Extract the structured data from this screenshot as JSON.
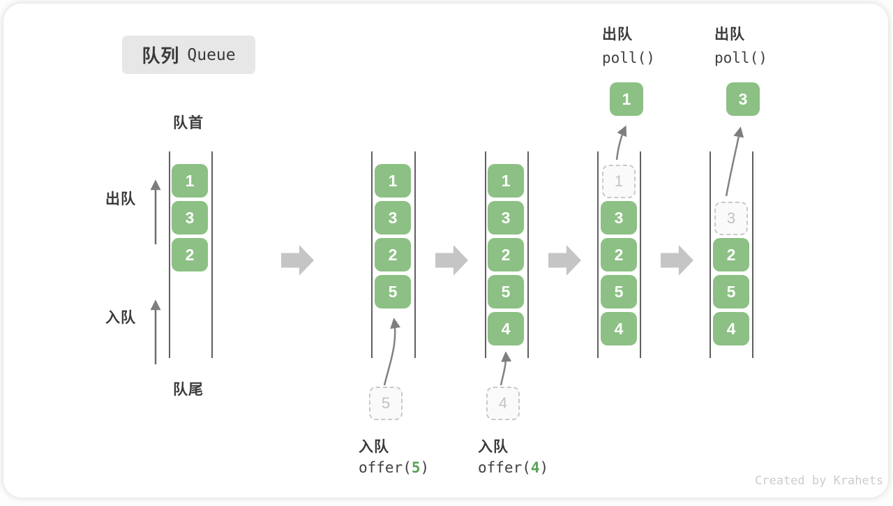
{
  "title": {
    "zh": "队列",
    "en": "Queue"
  },
  "side_labels": {
    "front": "队首",
    "rear": "队尾",
    "dequeue": "出队",
    "enqueue": "入队"
  },
  "columns": [
    {
      "boxes": [
        {
          "value": "1"
        },
        {
          "value": "3"
        },
        {
          "value": "2"
        }
      ]
    },
    {
      "boxes": [
        {
          "value": "1"
        },
        {
          "value": "3"
        },
        {
          "value": "2"
        },
        {
          "value": "5"
        }
      ],
      "incoming": {
        "value": "5"
      }
    },
    {
      "boxes": [
        {
          "value": "1"
        },
        {
          "value": "3"
        },
        {
          "value": "2"
        },
        {
          "value": "5"
        },
        {
          "value": "4"
        }
      ],
      "incoming": {
        "value": "4"
      }
    },
    {
      "boxes": [
        {
          "value": "3"
        },
        {
          "value": "2"
        },
        {
          "value": "5"
        },
        {
          "value": "4"
        }
      ],
      "ghost": {
        "value": "1"
      },
      "outgoing": {
        "value": "1"
      }
    },
    {
      "boxes": [
        {
          "value": "2"
        },
        {
          "value": "5"
        },
        {
          "value": "4"
        }
      ],
      "ghost": {
        "value": "3"
      },
      "outgoing": {
        "value": "3"
      }
    }
  ],
  "operations": {
    "enqueue": [
      {
        "label": "入队",
        "fn": "offer(",
        "arg": "5",
        "close": ")"
      },
      {
        "label": "入队",
        "fn": "offer(",
        "arg": "4",
        "close": ")"
      }
    ],
    "dequeue": [
      {
        "label": "出队",
        "code": "poll()"
      },
      {
        "label": "出队",
        "code": "poll()"
      }
    ]
  },
  "colors": {
    "box_green": "#8cc084",
    "green_accent": "#57a457",
    "block_arrow": "#c5c5c5",
    "rail": "#5f5f5f",
    "dark_text": "#3b3b3b"
  },
  "watermark": "Created by Krahets"
}
